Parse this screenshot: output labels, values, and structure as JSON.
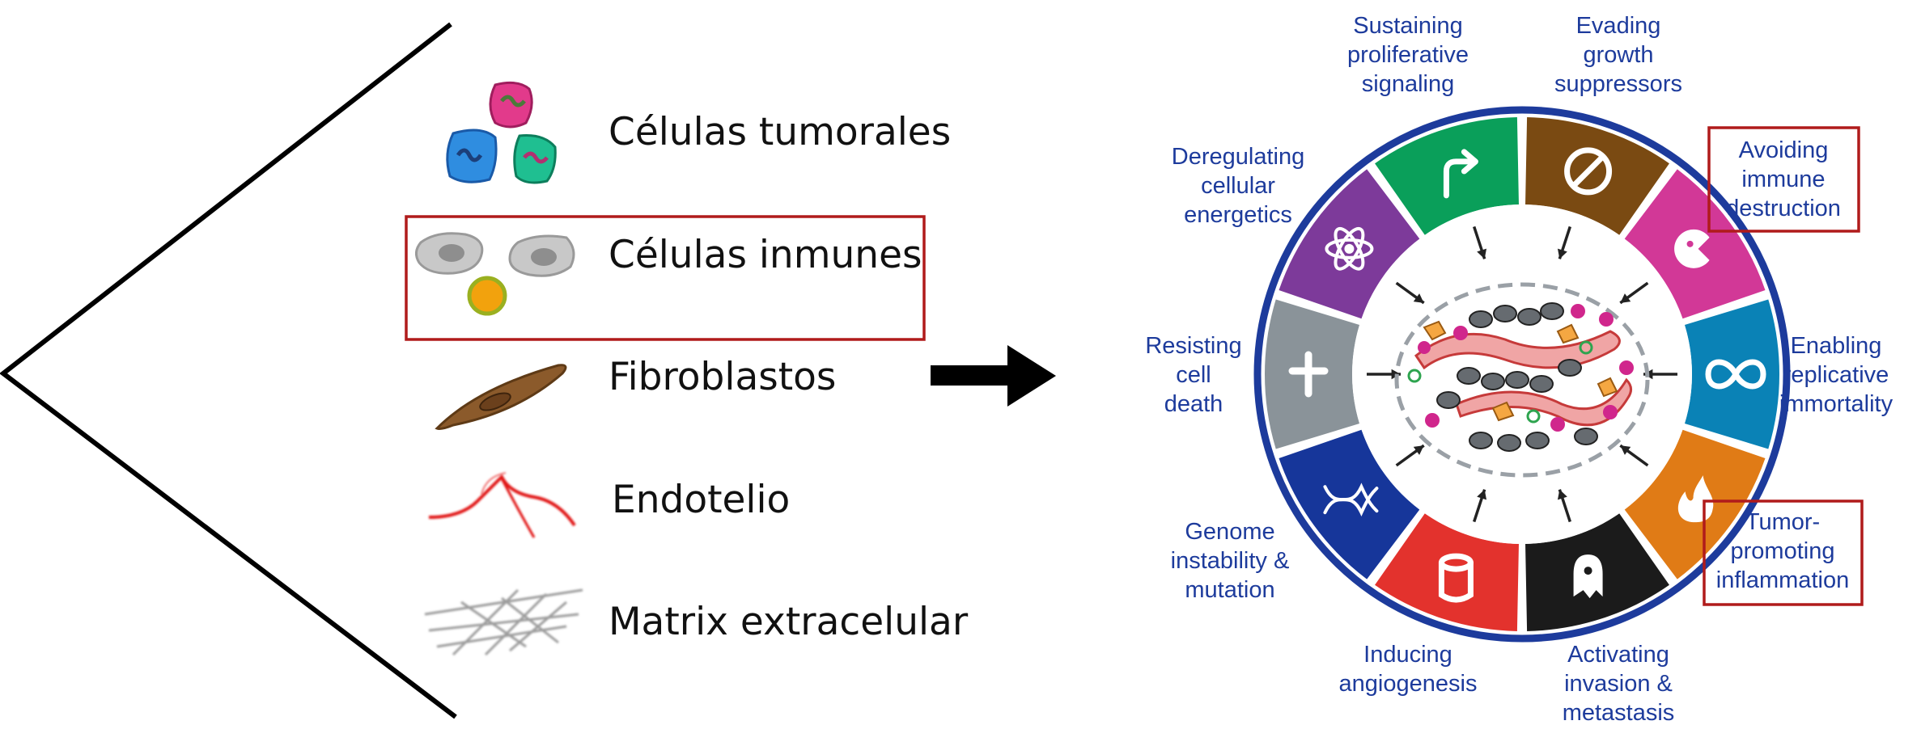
{
  "components": [
    {
      "label": "Células tumorales",
      "highlighted": false
    },
    {
      "label": "Células inmunes",
      "highlighted": true
    },
    {
      "label": "Fibroblastos",
      "highlighted": false
    },
    {
      "label": "Endotelio",
      "highlighted": false
    },
    {
      "label": "Matrix extracelular",
      "highlighted": false
    }
  ],
  "hallmarks": [
    {
      "label": "Sustaining\nproliferative\nsignaling",
      "color": "#0a9f5a",
      "icon": "bent-arrow-icon",
      "highlighted": false
    },
    {
      "label": "Evading\ngrowth\nsuppressors",
      "color": "#7a4a12",
      "icon": "no-entry-icon",
      "highlighted": false
    },
    {
      "label": "Avoiding\nimmune\ndestruction",
      "color": "#d23897",
      "icon": "pacman-cell-icon",
      "highlighted": true
    },
    {
      "label": "Enabling\nreplicative\nimmortality",
      "color": "#0a82b6",
      "icon": "infinity-icon",
      "highlighted": false
    },
    {
      "label": "Tumor-\npromoting\ninflammation",
      "color": "#e07b16",
      "icon": "flame-icon",
      "highlighted": true
    },
    {
      "label": "Activating\ninvasion &\nmetastasis",
      "color": "#1b1b1b",
      "icon": "ghost-cell-icon",
      "highlighted": false
    },
    {
      "label": "Inducing\nangiogenesis",
      "color": "#e3322d",
      "icon": "vessel-icon",
      "highlighted": false
    },
    {
      "label": "Genome\ninstability &\nmutation",
      "color": "#16369a",
      "icon": "dna-icon",
      "highlighted": false
    },
    {
      "label": "Resisting\ncell\ndeath",
      "color": "#8a9399",
      "icon": "cross-icon",
      "highlighted": false
    },
    {
      "label": "Deregulating\ncellular\nenergetics",
      "color": "#7d3a9a",
      "icon": "atom-icon",
      "highlighted": false
    }
  ],
  "colors": {
    "ring_border": "#1d3b9c",
    "label_text": "#1d3b9c",
    "highlight_box": "#b01b1b"
  }
}
